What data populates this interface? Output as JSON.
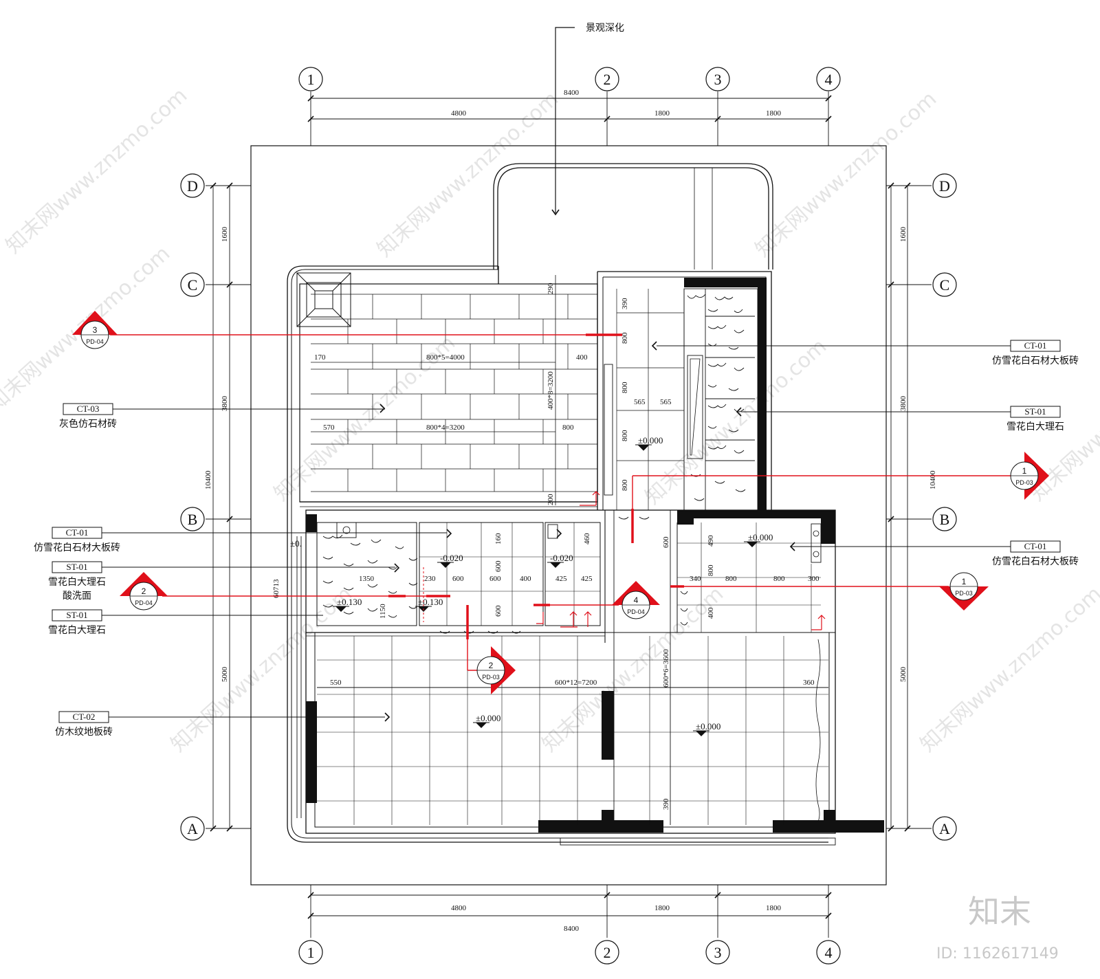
{
  "top_note": "景观深化",
  "axes_v": [
    {
      "label": "1"
    },
    {
      "label": "2"
    },
    {
      "label": "3"
    },
    {
      "label": "4"
    }
  ],
  "axes_h": [
    {
      "label": "D"
    },
    {
      "label": "C"
    },
    {
      "label": "B"
    },
    {
      "label": "A"
    }
  ],
  "dims": {
    "top_total": "8400",
    "top_1": "4800",
    "top_2": "1800",
    "top_3": "1800",
    "bottom_total": "8400",
    "bottom_1": "4800",
    "bottom_2": "1800",
    "bottom_3": "1800",
    "left_total": "10400",
    "left_dc": "1600",
    "left_cb": "3800",
    "left_ba": "5000",
    "right_total": "10400",
    "right_dc": "1600",
    "right_cb": "3800",
    "right_ba": "5000"
  },
  "inner_dims": {
    "d_290": "290",
    "d_390": "390",
    "d_800a": "800",
    "d_800b": "800",
    "d_800c": "800",
    "d_800d": "800",
    "d_170": "170",
    "d_4000": "800*5=4000",
    "d_400": "400",
    "d_3200v": "400*8=3200",
    "d_570": "570",
    "d_3200h": "800*4=3200",
    "d_800e": "800",
    "d_200": "200",
    "d_565a": "565",
    "d_565b": "565",
    "d_160": "160",
    "d_460": "460",
    "d_600a": "600",
    "d_600b": "600",
    "d_400b": "400",
    "d_230": "230",
    "d_425a": "425",
    "d_425b": "425",
    "d_1350": "1350",
    "d_600c": "600",
    "d_60713": "60713",
    "d_490": "490",
    "d_800f": "800",
    "d_340": "340",
    "d_800g": "800",
    "d_800h": "800",
    "d_300": "300",
    "d_400c": "400",
    "d_550": "550",
    "d_7200": "600*12=7200",
    "d_360": "360",
    "d_3600v": "600*6=3600",
    "d_390b": "390",
    "d_1150": "1150"
  },
  "levels": {
    "lv_1": "±0.000",
    "lv_2": "-0.020",
    "lv_3": "-0.020",
    "lv_4": "±0.000",
    "lv_5": "±0.000",
    "lv_6": "±0.000",
    "lv_7": "±0.130",
    "lv_8": "±0.130",
    "lv_9": "±0."
  },
  "labels_left": [
    {
      "code": "CT-03",
      "name": "灰色仿石材砖"
    },
    {
      "code": "CT-01",
      "name": "仿雪花白石材大板砖"
    },
    {
      "code": "ST-01",
      "name": "雪花白大理石",
      "name2": "酸洗面"
    },
    {
      "code": "ST-01",
      "name": "雪花白大理石"
    },
    {
      "code": "CT-02",
      "name": "仿木纹地板砖"
    }
  ],
  "labels_right": [
    {
      "code": "CT-01",
      "name": "仿雪花白石材大板砖"
    },
    {
      "code": "ST-01",
      "name": "雪花白大理石"
    },
    {
      "code": "CT-01",
      "name": "仿雪花白石材大板砖"
    }
  ],
  "section_marks": [
    {
      "num": "3",
      "ref": "PD-04"
    },
    {
      "num": "1",
      "ref": "PD-03"
    },
    {
      "num": "2",
      "ref": "PD-04"
    },
    {
      "num": "4",
      "ref": "PD-04"
    },
    {
      "num": "1",
      "ref": "PD-03"
    },
    {
      "num": "2",
      "ref": "PD-03"
    }
  ],
  "watermark": "知末网www.znzmo.com",
  "brand": "知末",
  "id_text": "ID: 1162617149",
  "colors": {
    "line": "#111111",
    "accent": "#e0101a",
    "paper": "#ffffff"
  }
}
